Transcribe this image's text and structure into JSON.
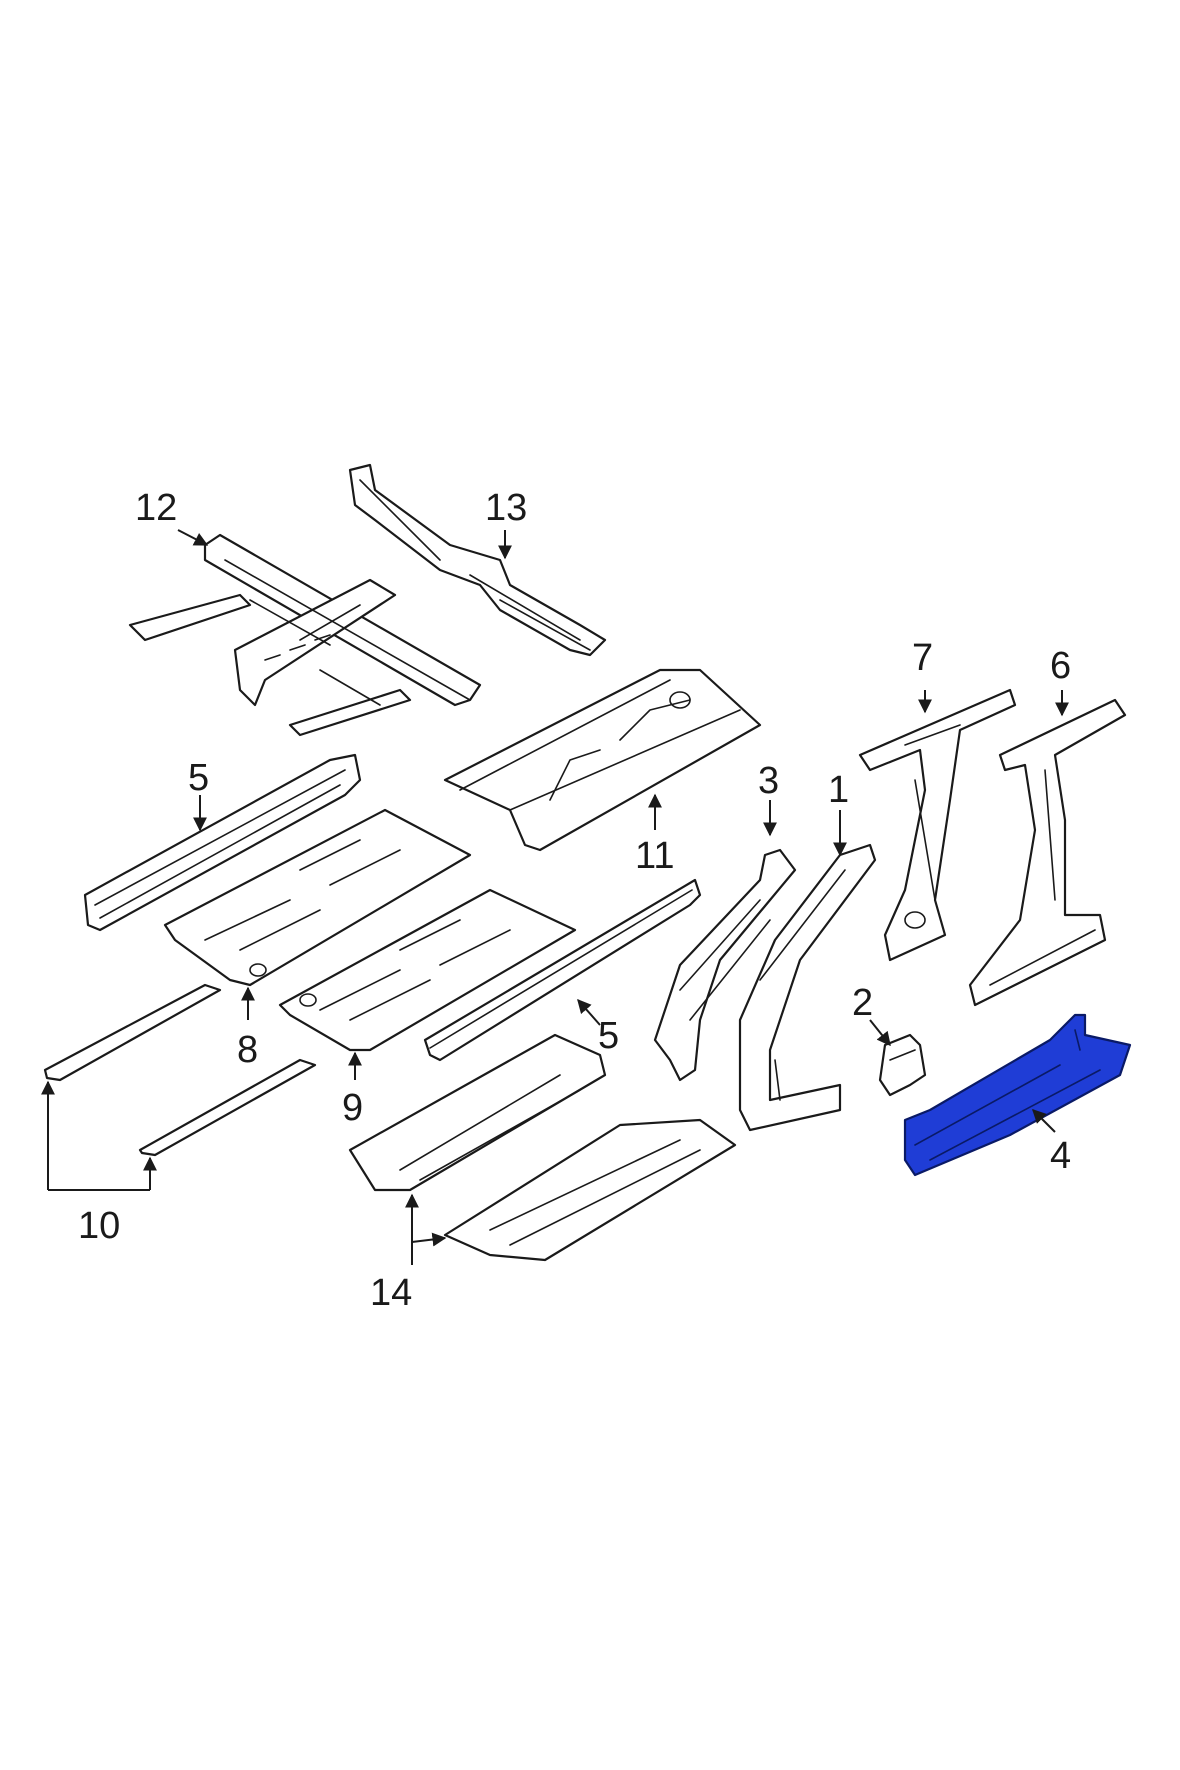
{
  "diagram": {
    "highlight_color": "#1f3dd6",
    "line_color": "#1a1a1a",
    "background": "#ffffff",
    "callouts": {
      "c1": "1",
      "c2": "2",
      "c3": "3",
      "c4": "4",
      "c5a": "5",
      "c5b": "5",
      "c6": "6",
      "c7": "7",
      "c8": "8",
      "c9": "9",
      "c10": "10",
      "c11": "11",
      "c12": "12",
      "c13": "13",
      "c14": "14"
    },
    "highlighted_part": "4"
  }
}
